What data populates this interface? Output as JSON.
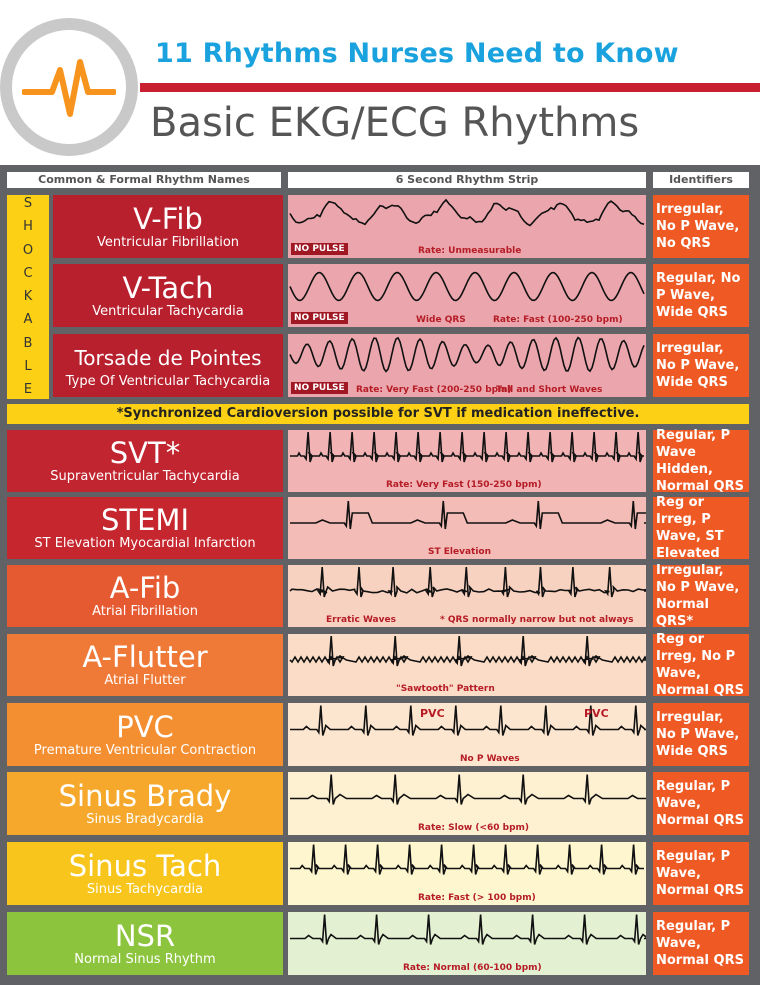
{
  "header": {
    "subtitle": "11 Rhythms Nurses Need to Know",
    "title": "Basic EKG/ECG Rhythms"
  },
  "columns": {
    "names": "Common & Formal Rhythm Names",
    "strip": "6 Second Rhythm Strip",
    "identifiers": "Identifiers"
  },
  "shockable_letters": [
    "S",
    "H",
    "O",
    "C",
    "K",
    "A",
    "B",
    "L",
    "E"
  ],
  "note": "*Synchronized Cardioversion possible for SVT if medication ineffective.",
  "rhythms": [
    {
      "short": "V-Fib",
      "formal": "Ventricular Fibrillation",
      "no_pulse": "NO PULSE",
      "anns": [
        "Rate: Unmeasurable"
      ],
      "identifiers": "Irregular, No P Wave, No QRS"
    },
    {
      "short": "V-Tach",
      "formal": "Ventricular Tachycardia",
      "no_pulse": "NO PULSE",
      "anns": [
        "Wide QRS",
        "Rate: Fast (100-250 bpm)"
      ],
      "identifiers": "Regular, No P Wave, Wide QRS"
    },
    {
      "short": "Torsade de Pointes",
      "formal": "Type Of Ventricular Tachycardia",
      "no_pulse": "NO PULSE",
      "anns": [
        "Rate: Very Fast (200-250 bpm)",
        "Tall and Short Waves"
      ],
      "identifiers": "Irregular, No P Wave, Wide QRS"
    },
    {
      "short": "SVT*",
      "formal": "Supraventricular Tachycardia",
      "anns": [
        "Rate: Very Fast (150-250 bpm)"
      ],
      "identifiers": "Regular, P Wave Hidden, Normal QRS"
    },
    {
      "short": "STEMI",
      "formal": "ST Elevation Myocardial Infarction",
      "anns": [
        "ST Elevation"
      ],
      "identifiers": "Reg or Irreg, P Wave, ST Elevated"
    },
    {
      "short": "A-Fib",
      "formal": "Atrial Fibrillation",
      "anns": [
        "Erratic Waves",
        "* QRS normally narrow but not always"
      ],
      "identifiers": "Irregular, No P Wave, Normal QRS*"
    },
    {
      "short": "A-Flutter",
      "formal": "Atrial Flutter",
      "anns": [
        "\"Sawtooth\" Pattern"
      ],
      "identifiers": "Reg or Irreg, No P Wave, Normal QRS"
    },
    {
      "short": "PVC",
      "formal": "Premature Ventricular Contraction",
      "anns": [
        "PVC",
        "No P Waves",
        "PVC"
      ],
      "identifiers": "Irregular, No P Wave, Wide QRS"
    },
    {
      "short": "Sinus Brady",
      "formal": "Sinus Bradycardia",
      "anns": [
        "Rate: Slow (<60 bpm)"
      ],
      "identifiers": "Regular, P Wave, Normal QRS"
    },
    {
      "short": "Sinus Tach",
      "formal": "Sinus Tachycardia",
      "anns": [
        "Rate: Fast (> 100 bpm)"
      ],
      "identifiers": "Regular, P Wave, Normal QRS"
    },
    {
      "short": "NSR",
      "formal": "Normal Sinus Rhythm",
      "anns": [
        "Rate: Normal (60-100 bpm)"
      ],
      "identifiers": "Regular, P Wave, Normal QRS"
    }
  ],
  "colors": {
    "subtitle": "#1aa2df",
    "title": "#555555",
    "accent_red": "#c8202f",
    "shockable_yellow": "#fcd115",
    "identifier_orange": "#ef5a24"
  }
}
